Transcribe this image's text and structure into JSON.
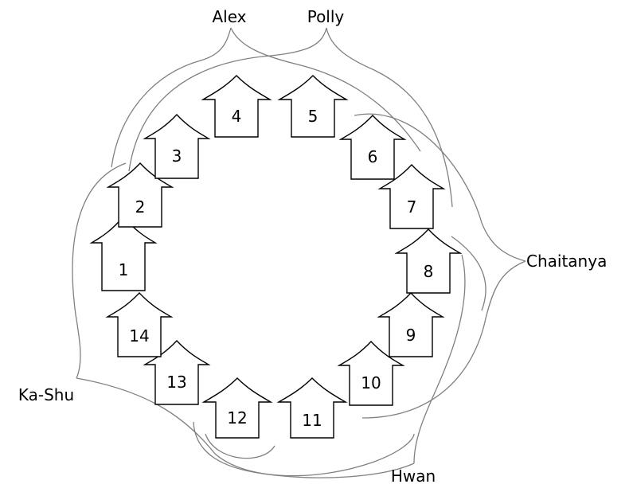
{
  "houses": [
    {
      "label": "1"
    },
    {
      "label": "2"
    },
    {
      "label": "3"
    },
    {
      "label": "4"
    },
    {
      "label": "5"
    },
    {
      "label": "6"
    },
    {
      "label": "7"
    },
    {
      "label": "8"
    },
    {
      "label": "9"
    },
    {
      "label": "10"
    },
    {
      "label": "11"
    },
    {
      "label": "12"
    },
    {
      "label": "13"
    },
    {
      "label": "14"
    }
  ],
  "people": {
    "alex": "Alex",
    "polly": "Polly",
    "chaitanya": "Chaitanya",
    "ka_shu": "Ka-Shu",
    "hwan": "Hwan"
  },
  "colors": {
    "house_stroke": "#000000",
    "brace_stroke": "#808080",
    "background": "#ffffff"
  }
}
